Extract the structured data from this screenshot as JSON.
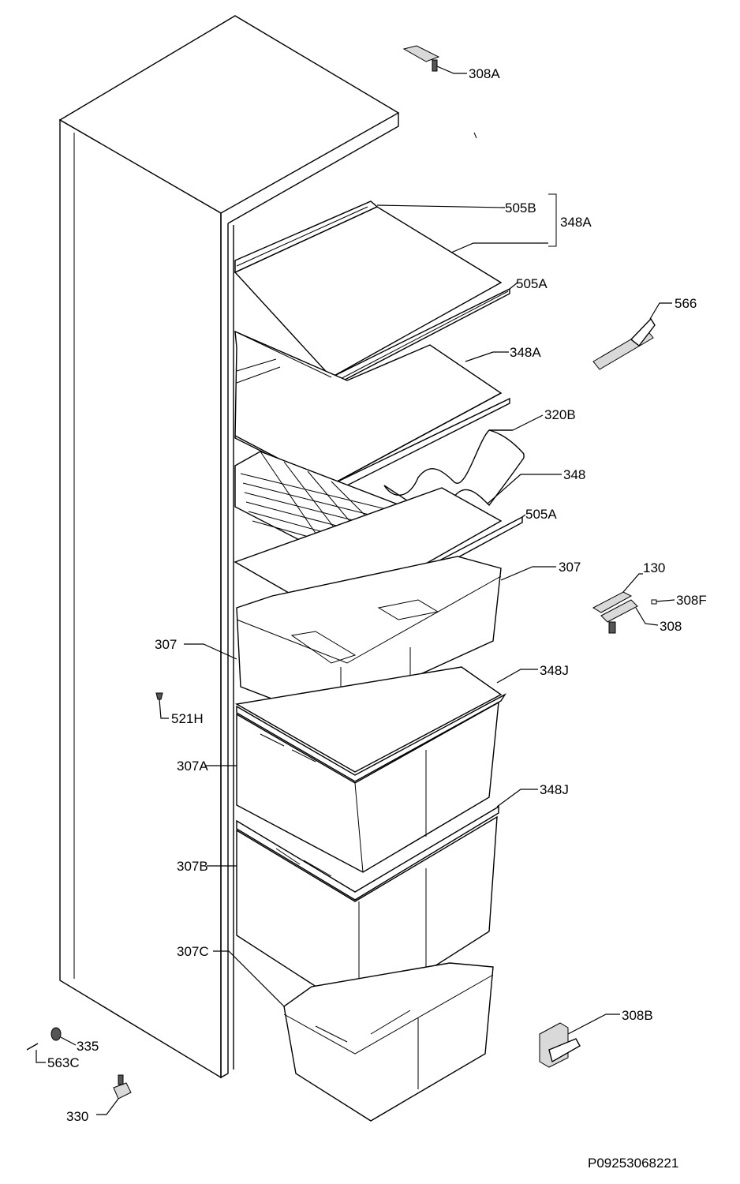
{
  "labels": {
    "l308a": "308A",
    "l505b": "505B",
    "l348a_bracket": "348A",
    "l505a_top": "505A",
    "l566": "566",
    "l348a_mid": "348A",
    "l320b": "320B",
    "l348": "348",
    "l505a_low": "505A",
    "l307_right": "307",
    "l130": "130",
    "l308f": "308F",
    "l308": "308",
    "l307_left": "307",
    "l521h": "521H",
    "l348j_1": "348J",
    "l307a": "307A",
    "l348j_2": "348J",
    "l307b": "307B",
    "l307c": "307C",
    "l308b": "308B",
    "l335": "335",
    "l563c": "563C",
    "l330": "330"
  },
  "drawing_number": "P09253068221"
}
